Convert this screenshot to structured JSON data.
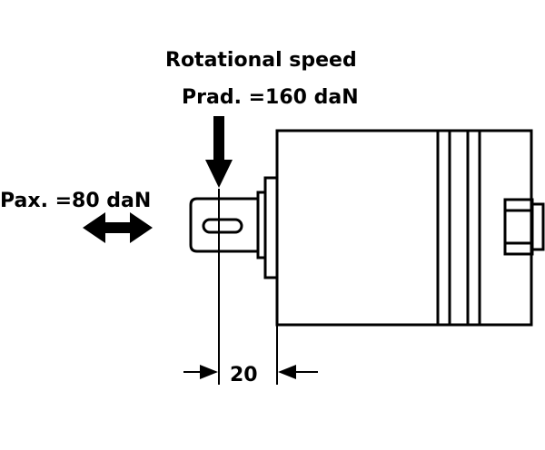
{
  "labels": {
    "title": "Rotational speed",
    "radial_load": "Prad. =160 daN",
    "axial_load": "Pax. =80 daN",
    "dimension": "20"
  },
  "colors": {
    "ink": "#000000",
    "paper": "#ffffff"
  },
  "icons": {
    "radial_arrow": "arrow-down-icon",
    "axial_arrow": "double-arrow-horizontal-icon"
  }
}
